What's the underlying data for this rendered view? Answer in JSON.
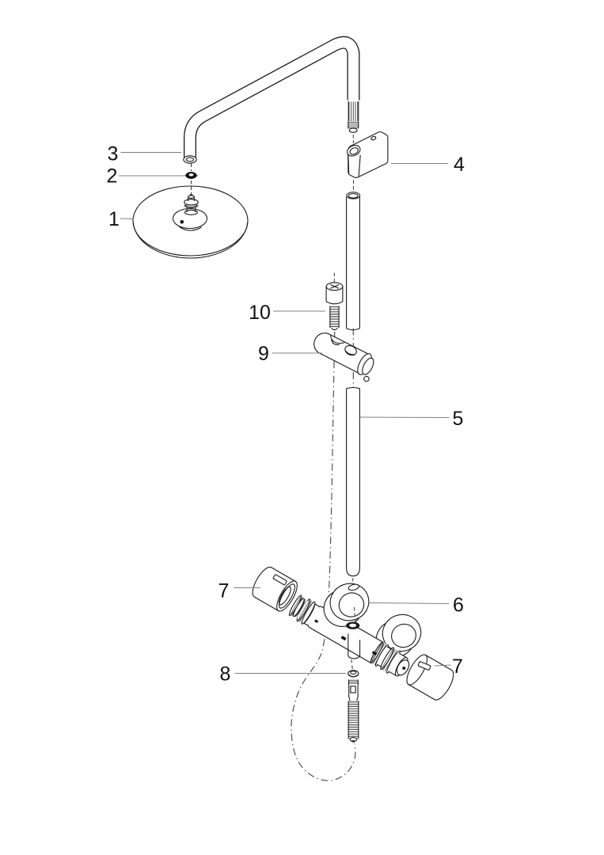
{
  "diagram": {
    "type": "exploded-parts-diagram",
    "colors": {
      "background": "#ffffff",
      "line": "#1a1a1a",
      "leader": "#808080",
      "label": "#111111"
    },
    "callouts": [
      {
        "label": "3"
      },
      {
        "label": "2"
      },
      {
        "label": "1"
      },
      {
        "label": "4"
      },
      {
        "label": "10"
      },
      {
        "label": "9"
      },
      {
        "label": "5"
      },
      {
        "label": "7"
      },
      {
        "label": "6"
      },
      {
        "label": "8"
      },
      {
        "label": "7"
      }
    ]
  }
}
